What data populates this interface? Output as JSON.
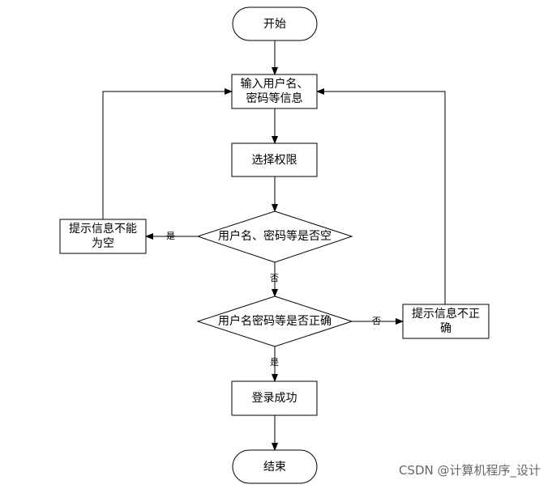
{
  "nodes": {
    "start": "开始",
    "input": "输入用户名、\n密码等信息",
    "select_role": "选择权限",
    "check_empty": "用户名、密码等是否空",
    "empty_msg": "提示信息不能\n为空",
    "check_correct": "用户名密码等是否正确",
    "incorrect_msg": "提示信息不正\n确",
    "login_success": "登录成功",
    "end": "结束"
  },
  "edge_labels": {
    "empty_yes": "是",
    "empty_no": "否",
    "correct_no": "否",
    "correct_yes": "是"
  },
  "watermark": "CSDN @计算机程序_设计",
  "colors": {
    "stroke": "#000000",
    "fill": "#ffffff",
    "watermark": "#666666"
  }
}
